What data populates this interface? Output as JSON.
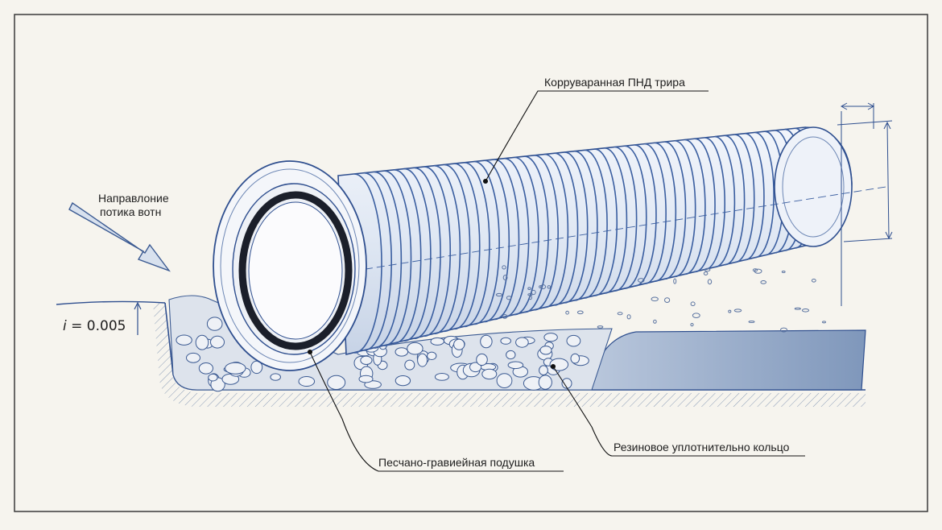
{
  "labels": {
    "pipe": "Корруваранная ПНД трира",
    "flow_line1": "Направлоние",
    "flow_line2": "потика вотн",
    "slope_symbol": "i",
    "slope_value": " = 0.005",
    "bedding": "Песчано-гравиейная подушка",
    "seal_ring": "Резиновое уплотнительно кольцо"
  },
  "colors": {
    "paper": "#f6f4ee",
    "ink": "#1d1d1d",
    "pipe_blue": "#2f4f8f",
    "pipe_fill": "#e4ebf6",
    "gasket": "#1b1f2a",
    "soil_fill": "#8fa4c4",
    "gravel_fill": "#dfe5ee"
  }
}
